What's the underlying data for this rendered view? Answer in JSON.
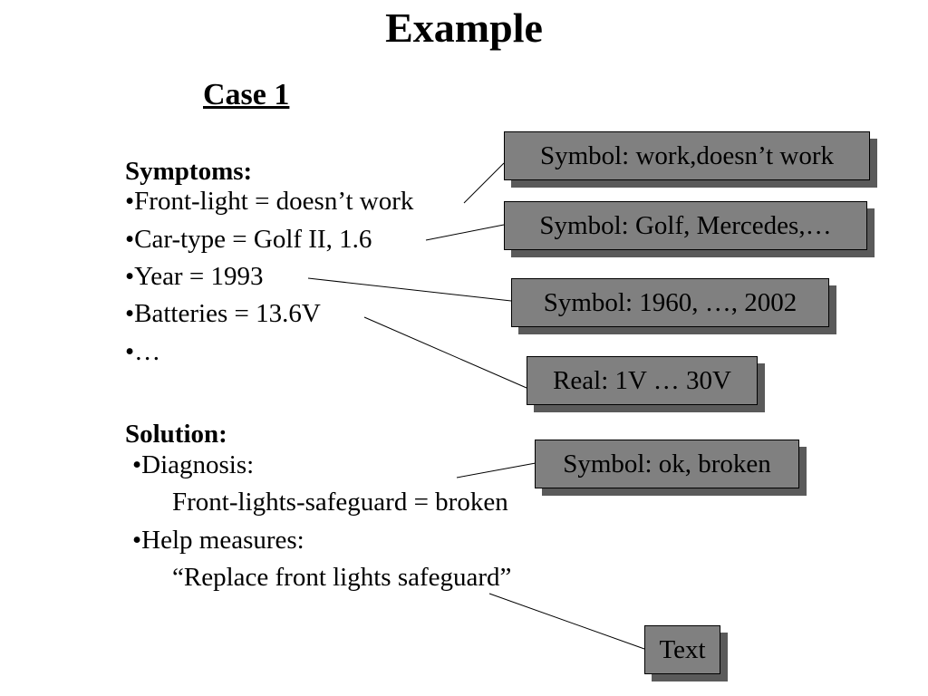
{
  "title": "Example",
  "case_label": "Case 1",
  "symptoms": {
    "heading": "Symptoms:",
    "items": [
      "•Front-light = doesn’t work",
      "•Car-type = Golf II, 1.6",
      "•Year = 1993",
      "•Batteries = 13.6V",
      "•…"
    ]
  },
  "solution": {
    "heading": "Solution:",
    "diagnosis_label": "•Diagnosis:",
    "diagnosis_value": "Front-lights-safeguard = broken",
    "help_label": "•Help measures:",
    "help_value": "“Replace front lights safeguard”"
  },
  "annotations": [
    "Symbol: work,doesn’t work",
    "Symbol: Golf, Mercedes,…",
    "Symbol: 1960, …, 2002",
    "Real: 1V … 30V",
    "Symbol: ok, broken",
    "Text"
  ],
  "colors": {
    "box_fill": "#808080",
    "box_shadow": "#5a5a5a"
  }
}
